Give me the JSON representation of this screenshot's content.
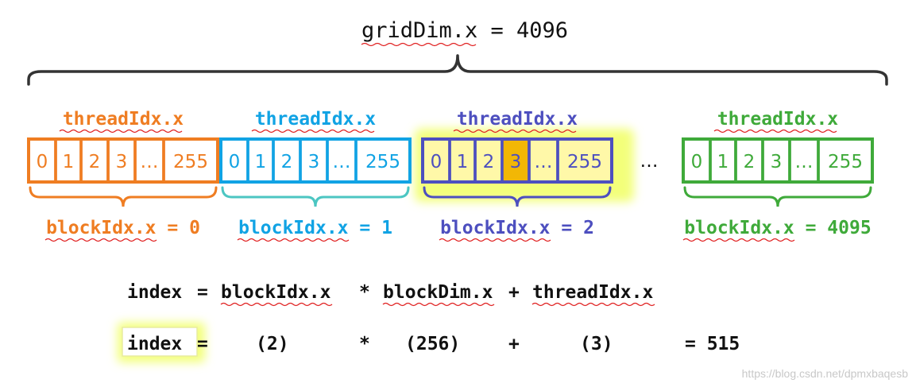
{
  "grid_label": "gridDim.x = 4096",
  "grid_label_var": "gridDim.x",
  "grid_label_rest": " = 4096",
  "ellipsis_between_blocks": "…",
  "blocks": [
    {
      "thread_label": "threadIdx.x",
      "block_label": "blockIdx.x = 0",
      "block_label_var": "blockIdx.x",
      "block_label_rest": " = 0",
      "cells": [
        "0",
        "1",
        "2",
        "3",
        "…",
        "255"
      ],
      "color": "#ef7d22",
      "highlighted": false,
      "highlight_cell_index": null
    },
    {
      "thread_label": "threadIdx.x",
      "block_label": "blockIdx.x = 1",
      "block_label_var": "blockIdx.x",
      "block_label_rest": " = 1",
      "cells": [
        "0",
        "1",
        "2",
        "3",
        "…",
        "255"
      ],
      "color": "#11a3e4",
      "brace_color": "#4cc6c2",
      "highlighted": false,
      "highlight_cell_index": null
    },
    {
      "thread_label": "threadIdx.x",
      "block_label": "blockIdx.x = 2",
      "block_label_var": "blockIdx.x",
      "block_label_rest": " = 2",
      "cells": [
        "0",
        "1",
        "2",
        "3",
        "…",
        "255"
      ],
      "color": "#4d4fbf",
      "fill": "#fff8a8",
      "cell_highlight_fill": "#f2b705",
      "highlighted": true,
      "highlight_cell_index": 3
    },
    {
      "thread_label": "threadIdx.x",
      "block_label": "blockIdx.x = 4095",
      "block_label_var": "blockIdx.x",
      "block_label_rest": " = 4095",
      "cells": [
        "0",
        "1",
        "2",
        "3",
        "…",
        "255"
      ],
      "color": "#3faa3a",
      "highlighted": false,
      "highlight_cell_index": null
    }
  ],
  "formula_line": {
    "index": "index",
    "eq": "=",
    "blockIdx": "blockIdx.x",
    "mul": "*",
    "blockDim": "blockDim.x",
    "plus": "+",
    "threadIdx": "threadIdx.x"
  },
  "example_line": {
    "index": "index",
    "eq": "=",
    "block_val": "(2)",
    "mul": "*",
    "dim_val": "(256)",
    "plus": "+",
    "thread_val": "(3)",
    "result": "= 515"
  },
  "watermark": "https://blog.csdn.net/dpmxbaqesb",
  "colors": {
    "text_dark": "#111111",
    "grid_brace": "#333333",
    "glow": "#f3ff7a",
    "squiggle": "#e02020",
    "watermark": "#c8c8c8"
  }
}
